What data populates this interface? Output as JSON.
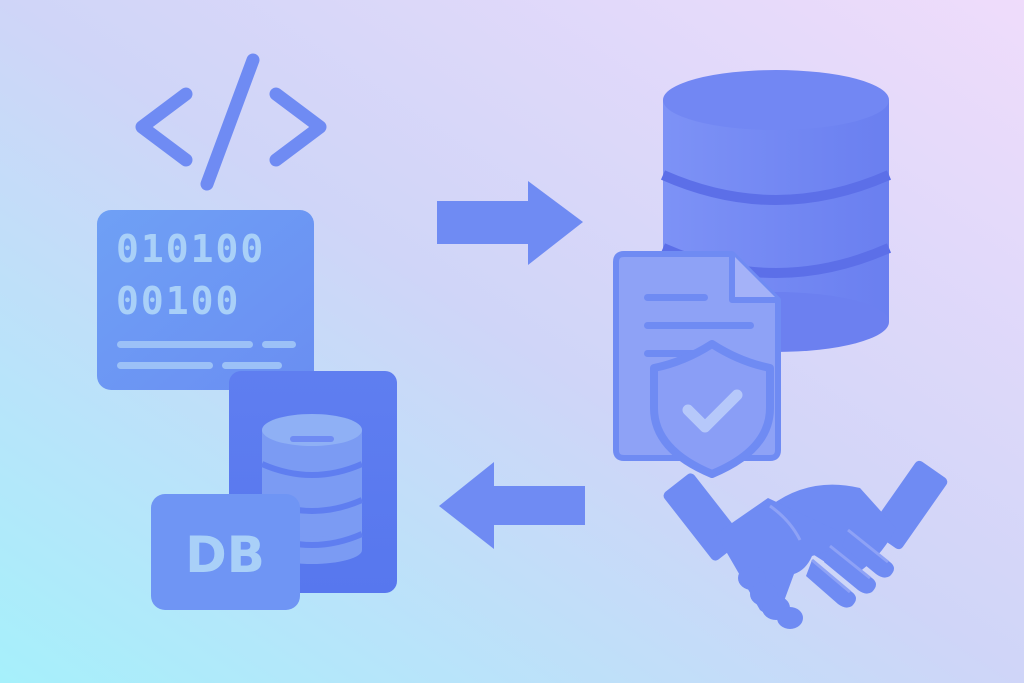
{
  "binary_card": {
    "line_1": "010100",
    "line_2": "00100"
  },
  "db_badge": {
    "label": "DB"
  },
  "icons": {
    "code": "code-brackets-icon",
    "binary": "binary-code-card-icon",
    "database_card": "database-card-icon",
    "database_large": "database-cylinder-icon",
    "document": "document-icon",
    "shield": "shield-check-icon",
    "handshake": "handshake-icon",
    "arrow_right": "arrow-right-icon",
    "arrow_left": "arrow-left-icon"
  },
  "colors": {
    "primary": "#6f8bf3",
    "dark": "#5a74e8",
    "light": "#8ea2f6",
    "text_light": "#a8d2f8",
    "bg_left": "#a8eefb",
    "bg_mid": "#cdd6f8",
    "bg_right": "#ecdcfb"
  }
}
